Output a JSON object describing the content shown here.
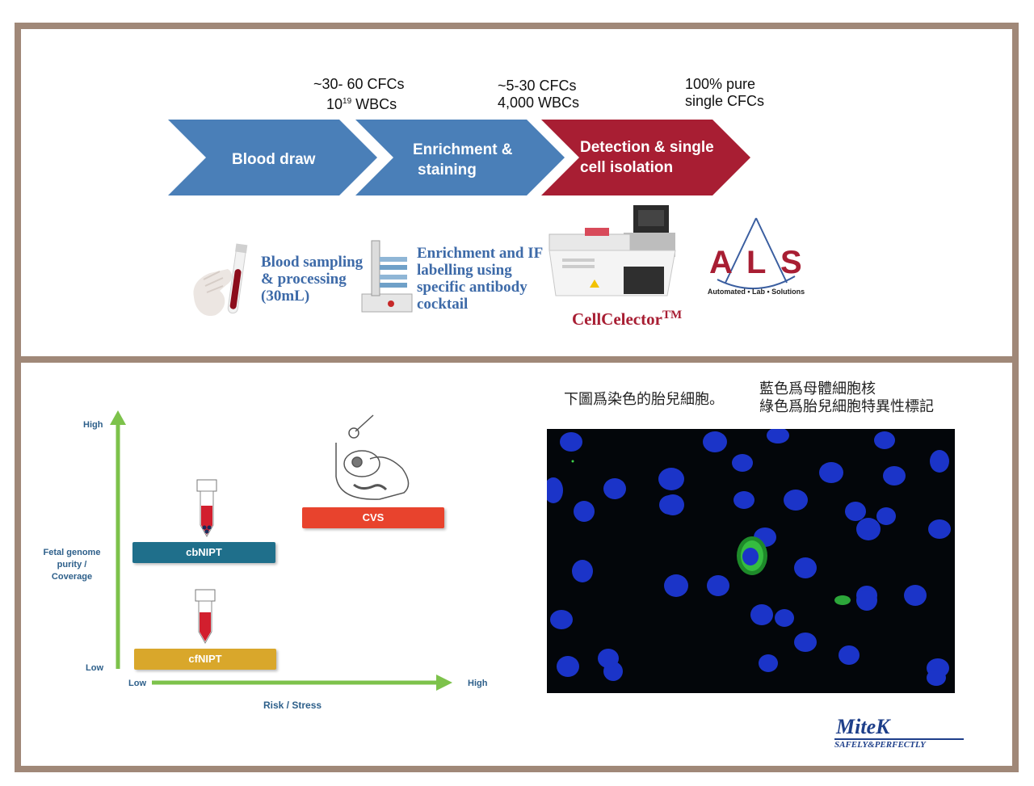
{
  "workflow": {
    "stats": [
      {
        "line1": "~30- 60 CFCs",
        "line2_base": "10",
        "line2_sup": "19",
        "line2_rest": " WBCs"
      },
      {
        "line1": "~5-30 CFCs",
        "line2": "4,000 WBCs"
      },
      {
        "line1": "100% pure",
        "line2": "single CFCs"
      }
    ],
    "steps": [
      {
        "label_line1": "Blood draw",
        "color": "#4a7fb8"
      },
      {
        "label_line1": "Enrichment &",
        "label_line2": "staining",
        "color": "#4a7fb8"
      },
      {
        "label_line1": "Detection & single",
        "label_line2": "cell isolation",
        "color": "#a81e33"
      }
    ],
    "captions": {
      "blood_sampling": [
        "Blood sampling",
        "& processing",
        "(30mL)"
      ],
      "enrichment": [
        "Enrichment and IF",
        "labelling using",
        "specific antibody",
        "cocktail"
      ],
      "cellcelector": "CellCelector",
      "cellcelector_tm": "TM"
    },
    "als_logo": {
      "letters": [
        "A",
        "L",
        "S"
      ],
      "tagline": "Automated • Lab • Solutions",
      "color": "#a81e33"
    }
  },
  "risk_chart": {
    "y_high": "High",
    "y_low": "Low",
    "y_label": [
      "Fetal genome",
      "purity /",
      "Coverage"
    ],
    "x_low": "Low",
    "x_high": "High",
    "x_label": "Risk / Stress",
    "bars": [
      {
        "label": "CVS",
        "color": "#e8432d"
      },
      {
        "label": "cbNIPT",
        "color": "#1f6f8b"
      },
      {
        "label": "cfNIPT",
        "color": "#d9a72b"
      }
    ],
    "axis_color": "#7dc24b"
  },
  "micrograph": {
    "caption_left": "下圖爲染色的胎兒細胞。",
    "caption_right_line1": "藍色爲母體細胞核",
    "caption_right_line2": "綠色爲胎兒細胞特異性標記"
  },
  "brand": {
    "name": "MiteK",
    "tagline": "SAFELY&PERFECTLY",
    "color": "#1e3f8a"
  }
}
